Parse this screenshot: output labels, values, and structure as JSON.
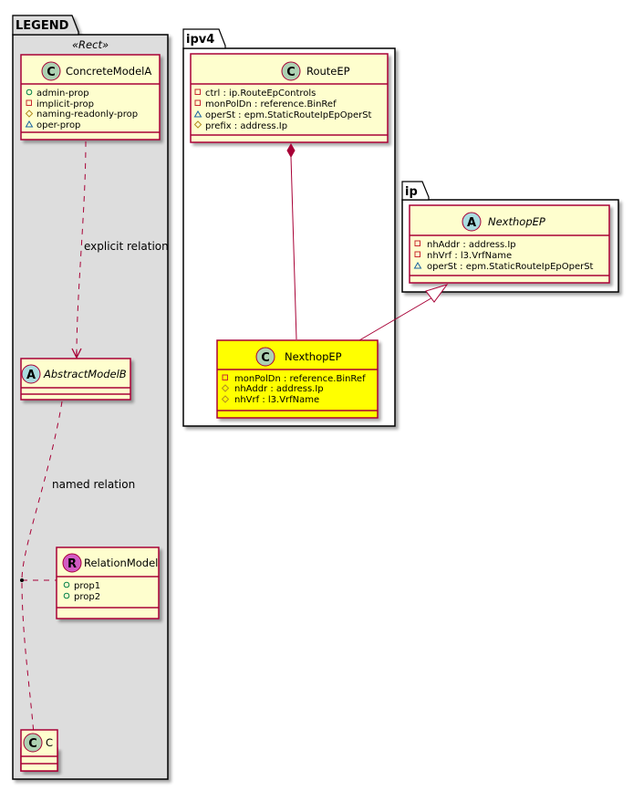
{
  "packages": {
    "legend": {
      "name": "LEGEND",
      "stereotype": "«Rect»"
    },
    "ipv4": {
      "name": "ipv4"
    },
    "ip": {
      "name": "ip"
    }
  },
  "classes": {
    "concrete_model_a": {
      "kind": "C",
      "name": "ConcreteModelA",
      "attributes": [
        {
          "visibility": "public",
          "text": "admin-prop"
        },
        {
          "visibility": "private",
          "text": "implicit-prop"
        },
        {
          "visibility": "protected",
          "text": "naming-readonly-prop"
        },
        {
          "visibility": "package",
          "text": "oper-prop"
        }
      ]
    },
    "abstract_model_b": {
      "kind": "A",
      "name": "AbstractModelB",
      "attributes": []
    },
    "relation_model": {
      "kind": "R",
      "name": "RelationModel",
      "attributes": [
        {
          "visibility": "public",
          "text": "prop1"
        },
        {
          "visibility": "public",
          "text": "prop2"
        }
      ]
    },
    "c": {
      "kind": "C",
      "name": "C",
      "attributes": []
    },
    "route_ep": {
      "kind": "C",
      "name": "RouteEP",
      "attributes": [
        {
          "visibility": "private",
          "text": "ctrl : ip.RouteEpControls"
        },
        {
          "visibility": "private",
          "text": "monPolDn : reference.BinRef"
        },
        {
          "visibility": "package",
          "text": "operSt : epm.StaticRouteIpEpOperSt"
        },
        {
          "visibility": "protected",
          "text": "prefix : address.Ip"
        }
      ]
    },
    "nexthop_ep_ipv4": {
      "kind": "C",
      "name": "NexthopEP",
      "highlighted": true,
      "attributes": [
        {
          "visibility": "private",
          "text": "monPolDn : reference.BinRef"
        },
        {
          "visibility": "protected",
          "text": "nhAddr : address.Ip"
        },
        {
          "visibility": "protected",
          "text": "nhVrf : l3.VrfName"
        }
      ]
    },
    "nexthop_ep_ip": {
      "kind": "A",
      "name": "NexthopEP",
      "attributes": [
        {
          "visibility": "private",
          "text": "nhAddr : address.Ip"
        },
        {
          "visibility": "private",
          "text": "nhVrf : l3.VrfName"
        },
        {
          "visibility": "package",
          "text": "operSt : epm.StaticRouteIpEpOperSt"
        }
      ]
    }
  },
  "relations": {
    "explicit": {
      "label": "explicit relation",
      "from": "ConcreteModelA",
      "to": "AbstractModelB",
      "type": "dependency"
    },
    "named": {
      "label": "named relation",
      "from": "AbstractModelB",
      "to": "C",
      "type": "dependency",
      "association_class": "RelationModel"
    },
    "composition": {
      "from": "RouteEP",
      "to": "NexthopEP",
      "type": "composition"
    },
    "inheritance": {
      "from": "NexthopEP (ipv4)",
      "to": "NexthopEP (ip)",
      "type": "generalization"
    }
  },
  "colors": {
    "class_fill": "#fefece",
    "class_border": "#a80036",
    "highlight_fill": "#ffff00",
    "legend_bg": "#dddddd",
    "class_circle": "#add1b2",
    "abstract_circle": "#a9dcdf",
    "relation_circle": "#d25bc4",
    "public": "#038048",
    "private": "#c82930",
    "protected": "#b38d22",
    "package": "#1963a0"
  }
}
